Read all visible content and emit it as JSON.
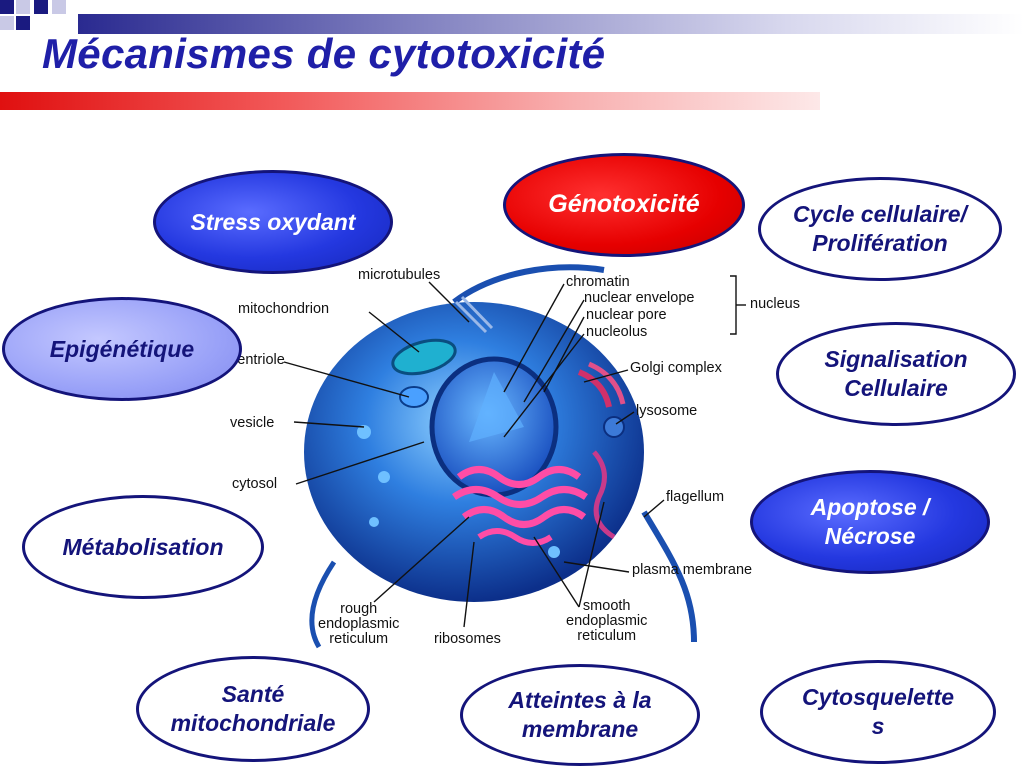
{
  "title": "Mécanismes de cytotoxicité",
  "ovals": {
    "stress": "Stress oxydant",
    "genotox": "Génotoxicité",
    "cycle_l1": "Cycle cellulaire/",
    "cycle_l2": "Prolifération",
    "epigen": "Epigénétique",
    "signal_l1": "Signalisation",
    "signal_l2": "Cellulaire",
    "metab": "Métabolisation",
    "apop_l1": "Apoptose /",
    "apop_l2": "Nécrose",
    "sante_l1": "Santé",
    "sante_l2": "mitochondriale",
    "atteintes_l1": "Atteintes à la",
    "atteintes_l2": "membrane",
    "cyto_l1": "Cytosquelette",
    "cyto_l2": "s"
  },
  "cell_labels": {
    "microtubules": "microtubules",
    "mitochondrion": "mitochondrion",
    "centriole": "centriole",
    "vesicle": "vesicle",
    "cytosol": "cytosol",
    "chromatin": "chromatin",
    "nuclear_envelope": "nuclear envelope",
    "nuclear_pore": "nuclear pore",
    "nucleolus": "nucleolus",
    "nucleus": "nucleus",
    "golgi": "Golgi complex",
    "lysosome": "lysosome",
    "flagellum": "flagellum",
    "plasma_membrane": "plasma membrane",
    "rough_l1": "rough",
    "rough_l2": "endoplasmic",
    "rough_l3": "reticulum",
    "ribosomes": "ribosomes",
    "smooth_l1": "smooth",
    "smooth_l2": "endoplasmic",
    "smooth_l3": "reticulum"
  },
  "colors": {
    "title": "#1f1fa8",
    "oval_border": "#14147a",
    "oval_blue": "#2438e0",
    "oval_red": "#e60000",
    "oval_lavender": "#9aa2f8",
    "header_red": "#e01010",
    "cell_blue": "#2f7fe0",
    "er_pink": "#ff4da6"
  }
}
